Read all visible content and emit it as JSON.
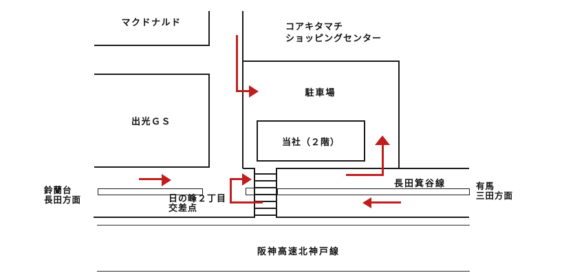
{
  "map": {
    "blocks": {
      "mcdonalds": "マクドナルド",
      "gas_station": "出光ＧＳ",
      "shopping_center_line1": "コアキタマチ",
      "shopping_center_line2": "ショッピングセンター",
      "parking": "駐車場",
      "company": "当社（２階）"
    },
    "roads": {
      "main_road_name": "長田箕谷線",
      "expressway_name": "阪神高速北神戸線",
      "intersection_line1": "日の峰２丁目",
      "intersection_line2": "交差点"
    },
    "directions": {
      "west_line1": "鈴蘭台",
      "west_line2": "長田方面",
      "east_line1": "有馬",
      "east_line2": "三田方面"
    },
    "colors": {
      "route_arrow": "#c01e1e",
      "line": "#1a1a1a",
      "background": "#ffffff"
    }
  }
}
